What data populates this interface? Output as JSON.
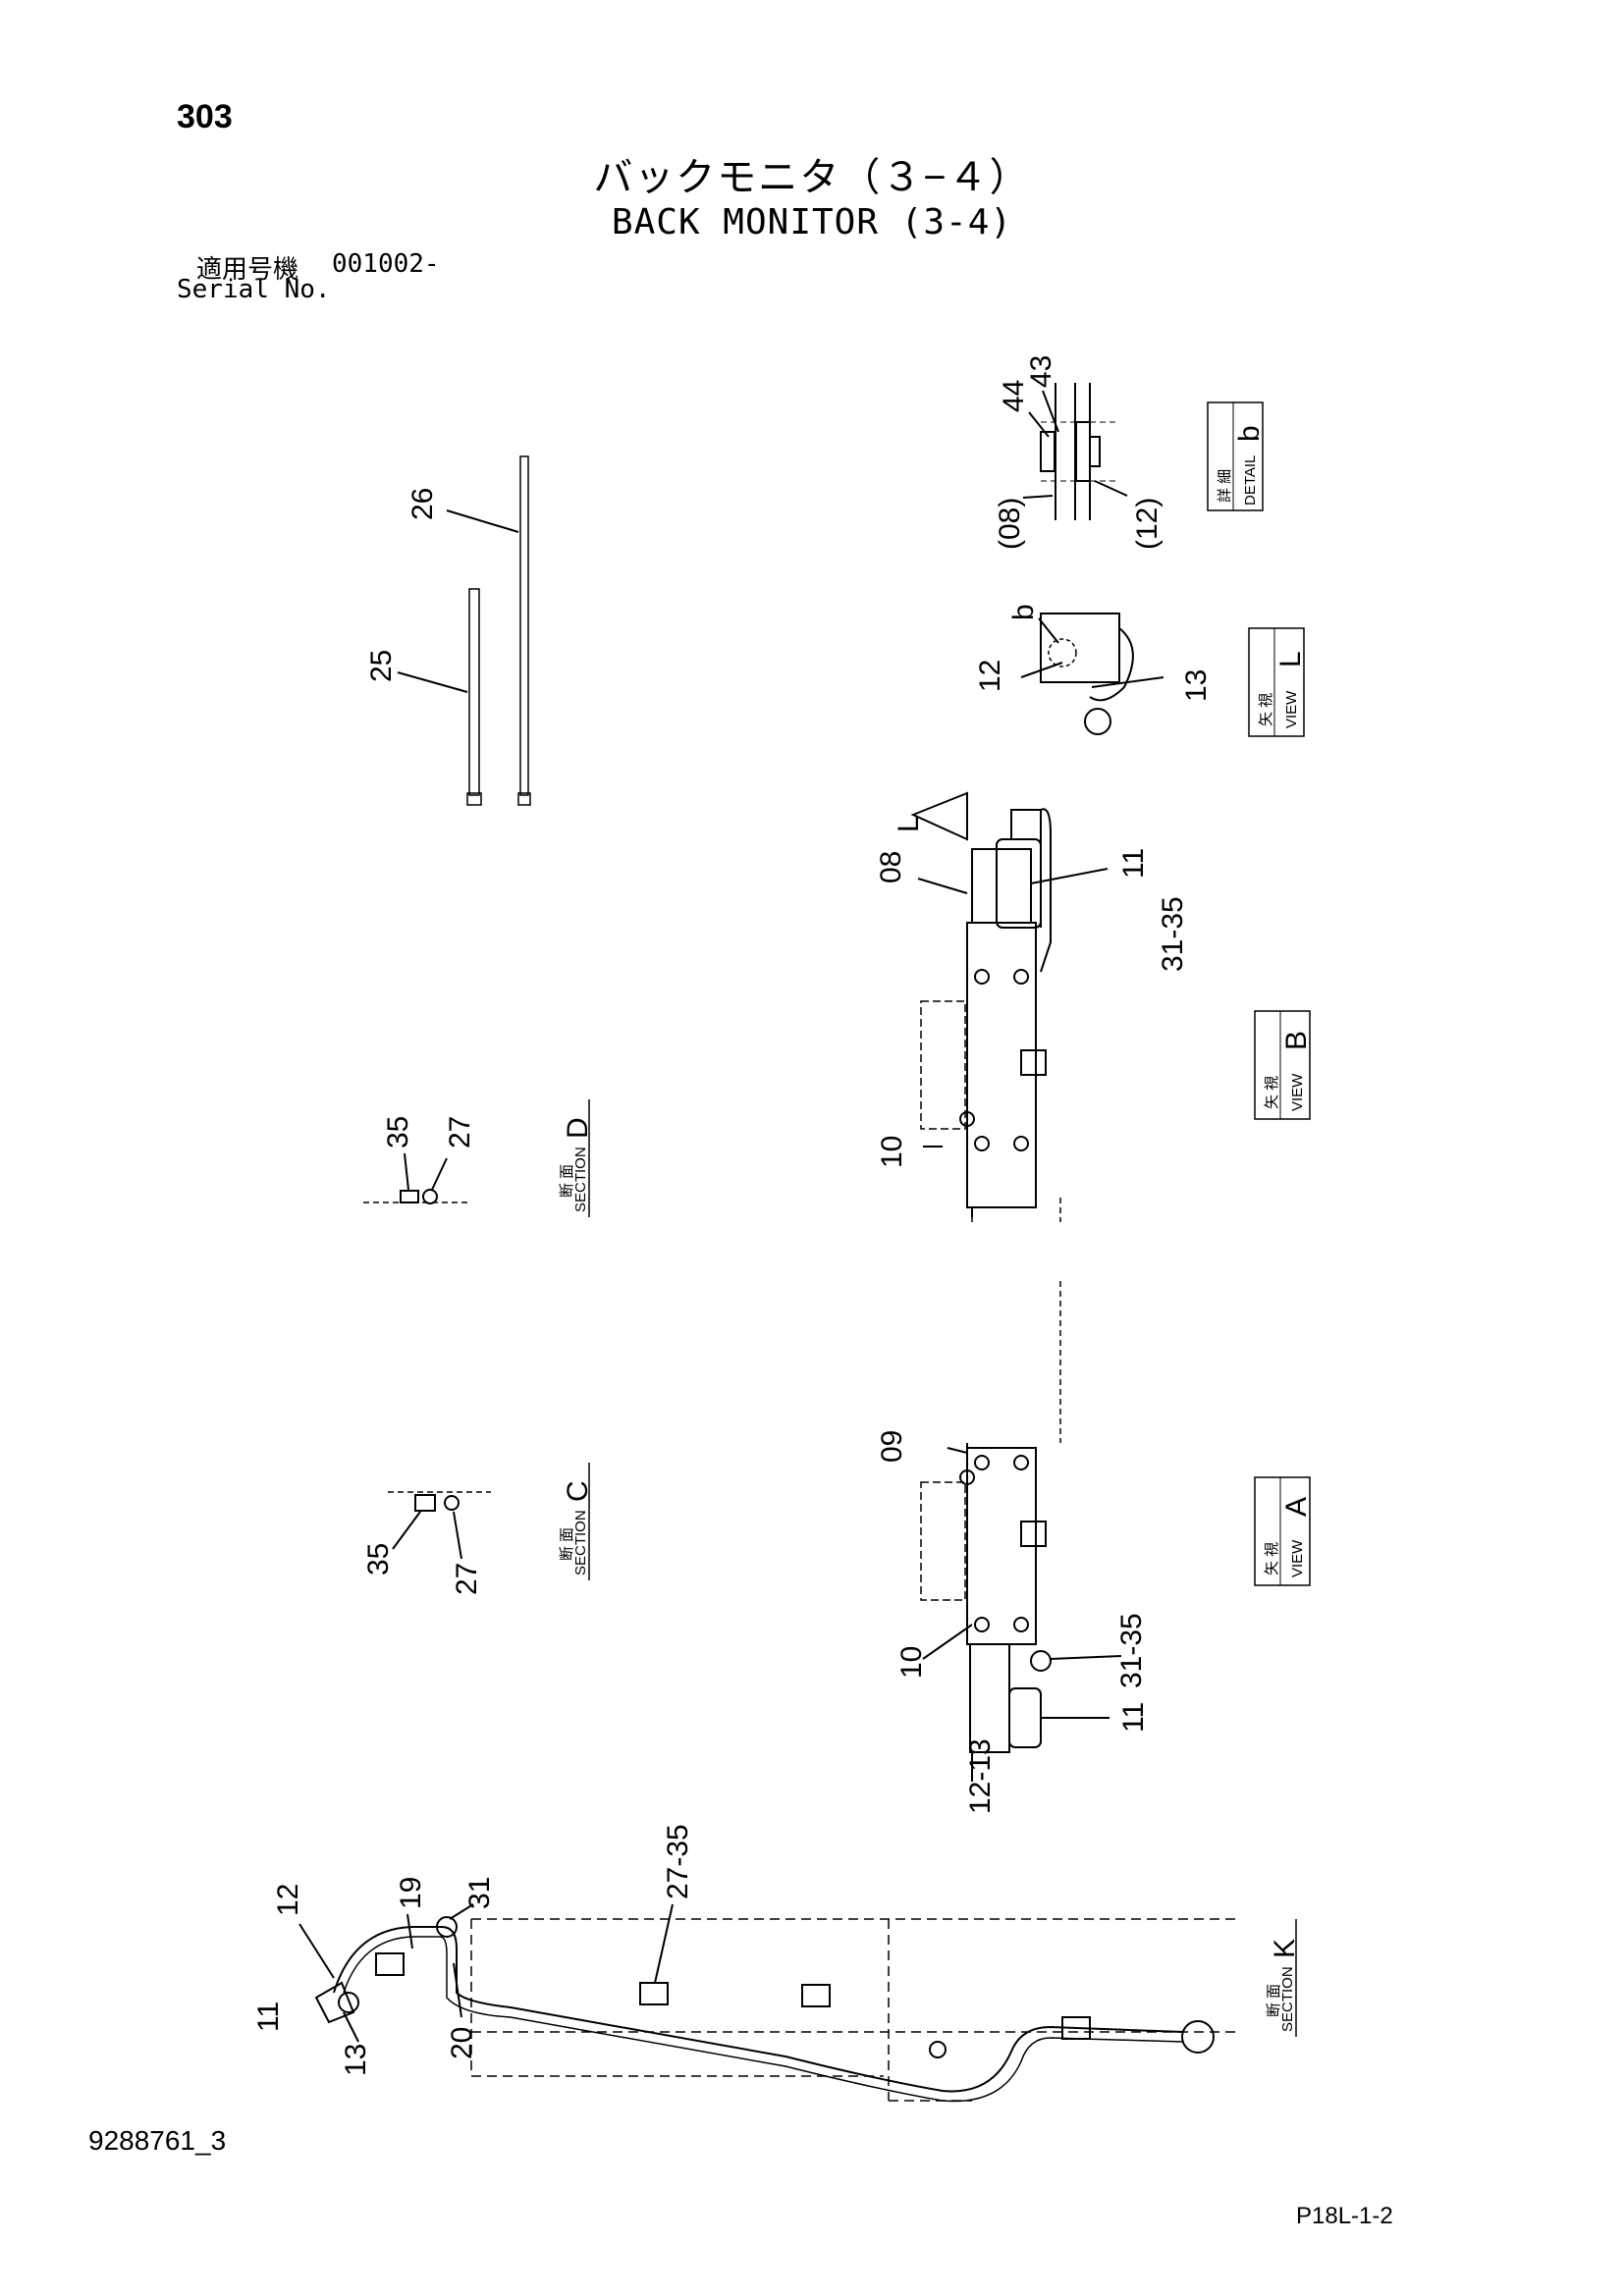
{
  "header": {
    "page_number": "303",
    "title_jp": "バックモニタ（３−４）",
    "title_en": "BACK MONITOR (3-4)",
    "serial_label_jp": "適用号機",
    "serial_value": "001002-",
    "serial_label_en": "Serial No."
  },
  "views": {
    "detail_b": {
      "jp": "詳 細",
      "en": "DETAIL",
      "letter": "b"
    },
    "view_l": {
      "jp": "矢 視",
      "en": "VIEW",
      "letter": "L"
    },
    "view_b": {
      "jp": "矢 視",
      "en": "VIEW",
      "letter": "B"
    },
    "section_d": {
      "jp": "断 面",
      "en": "SECTION",
      "letter": "D"
    },
    "section_c": {
      "jp": "断 面",
      "en": "SECTION",
      "letter": "C"
    },
    "view_a": {
      "jp": "矢 視",
      "en": "VIEW",
      "letter": "A"
    },
    "section_k": {
      "jp": "断 面",
      "en": "SECTION",
      "letter": "K"
    }
  },
  "callouts": {
    "c44": "44",
    "c43": "43",
    "c08p": "(08)",
    "c12p": "(12)",
    "c26": "26",
    "c25": "25",
    "c12_l": "12",
    "cb_l": "b",
    "c13_l": "13",
    "view_marker": "L",
    "c08": "08",
    "c11_b": "11",
    "c31_35_b": "31\n-\n35",
    "c10_b": "10",
    "c35_d": "35",
    "c27_d": "27",
    "c35_c": "35",
    "c27_c": "27",
    "c09": "09",
    "c10_a": "10",
    "c31_35_a": "31\n-\n35",
    "c11_a": "11",
    "c12_13_a": "12\n-\n13",
    "c12_k": "12",
    "c19_k": "19",
    "c31_k": "31",
    "c27_35_k": "27\n-\n35",
    "c11_k": "11",
    "c13_k": "13",
    "c20_k": "20"
  },
  "footer": {
    "document_id": "9288761_3",
    "page_code": "P18L-1-2"
  }
}
